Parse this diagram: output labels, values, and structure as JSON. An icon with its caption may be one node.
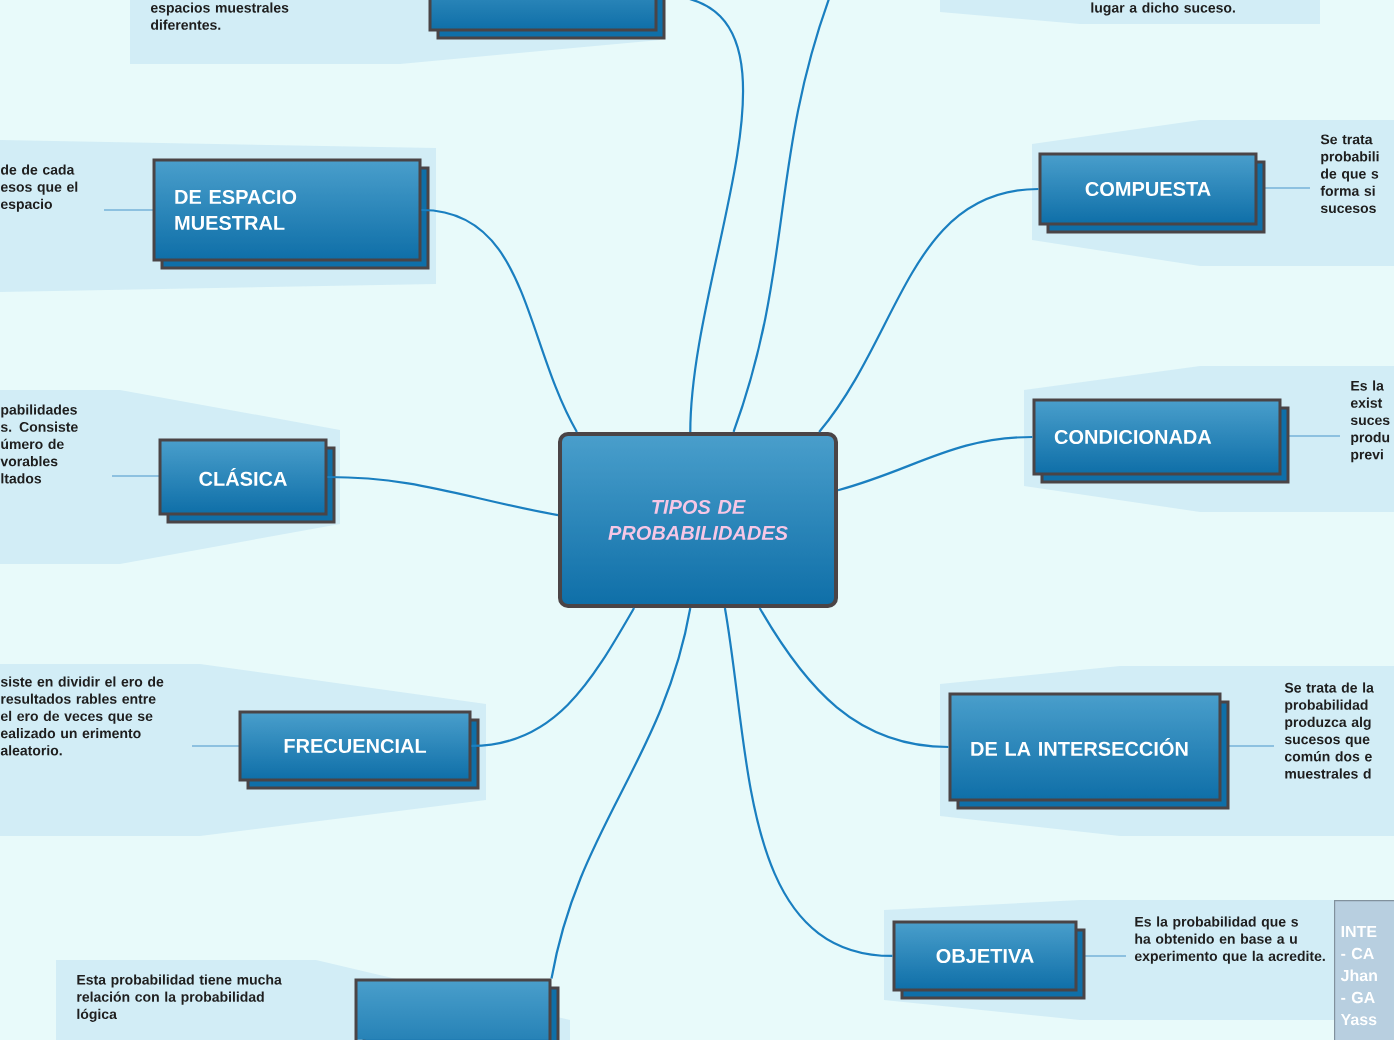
{
  "diagram": {
    "nodes": [
      {
        "text": [
          "TIPOS DE PROBABILIDADES"
        ]
      },
      {
        "text": [],
        "shape": "box"
      },
      {
        "text": [
          "DE ESPACIO MUESTRAL"
        ]
      },
      {
        "text": [
          "CLÁSICA"
        ]
      },
      {
        "text": [
          "FRECUENCIAL"
        ]
      },
      {
        "text": [],
        "shape": "box"
      },
      {
        "text": [
          "COMPUESTA"
        ]
      },
      {
        "text": [
          "CONDICIONADA"
        ]
      },
      {
        "text": [
          "DE LA INTERSECCIÓN"
        ]
      },
      {
        "text": [
          "OBJETIVA"
        ]
      },
      {
        "text": [
          "INTE - CA Jhan - GA Yass"
        ]
      }
    ],
    "edges": [
      {
        "from": 0,
        "to": 1,
        "arrow": "none"
      },
      {
        "from": 0,
        "to": null,
        "arrow": "none"
      },
      {
        "from": 0,
        "to": 2,
        "arrow": "none"
      },
      {
        "from": 0,
        "to": 3,
        "arrow": "none"
      },
      {
        "from": 0,
        "to": 4,
        "arrow": "none"
      },
      {
        "from": 0,
        "to": 5,
        "arrow": "none"
      },
      {
        "from": 0,
        "to": 6,
        "arrow": "none"
      },
      {
        "from": 0,
        "to": 7,
        "arrow": "none"
      },
      {
        "from": 0,
        "to": 8,
        "arrow": "none"
      },
      {
        "from": 0,
        "to": 9,
        "arrow": "none"
      }
    ],
    "labels": [
      "espacios muestrales diferentes.",
      "lugar a dicho suceso.",
      "Se trata probabili de que s forma si sucesos",
      "de de cada esos que el espacio",
      "Es la exist suces produ previ",
      "pabilidades s. Consiste úmero de vorables ltados",
      "siste en dividir el ero de resultados rables entre el ero de veces que se ealizado un erimento aleatorio.",
      "Se trata de la probabilidad produzca alg sucesos que común dos e muestrales d",
      "Es la probabilidad que s ha obtenido en base a u experimento que la acredite.",
      "Esta probabilidad tiene mucha relación con la probabilidad lógica"
    ]
  }
}
